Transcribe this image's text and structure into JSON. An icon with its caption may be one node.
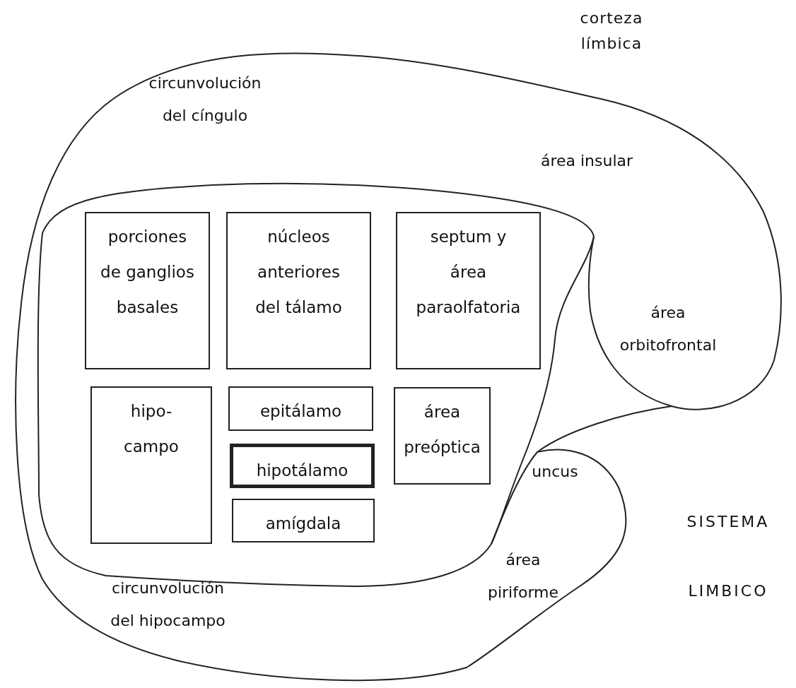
{
  "diagram": {
    "nodes": [
      {
        "text": [
          "corteza límbica"
        ]
      },
      {
        "text": [],
        "shape": "cloud",
        "in": 0
      },
      {
        "text": [
          "porciones de ganglios basales"
        ],
        "in": 1
      },
      {
        "text": [
          "núcleos anteriores del tálamo"
        ],
        "in": 1
      },
      {
        "text": [
          "septum y área paraolfatoria"
        ],
        "in": 1
      },
      {
        "text": [
          "hipo- campo"
        ],
        "in": 1
      },
      {
        "text": [
          "epitálamo"
        ],
        "in": 1
      },
      {
        "text": [
          "hipotálamo"
        ],
        "in": 1
      },
      {
        "text": [
          "área preóptica"
        ],
        "in": 1
      },
      {
        "text": [
          "amígdala"
        ],
        "in": 1
      }
    ],
    "edges": [],
    "labels": [
      "circunvolución del cíngulo",
      "área insular",
      "área orbitofrontal",
      "uncus",
      "SISTEMA LIMBICO",
      "área piriforme",
      "circunvolución del hipocampo"
    ]
  }
}
